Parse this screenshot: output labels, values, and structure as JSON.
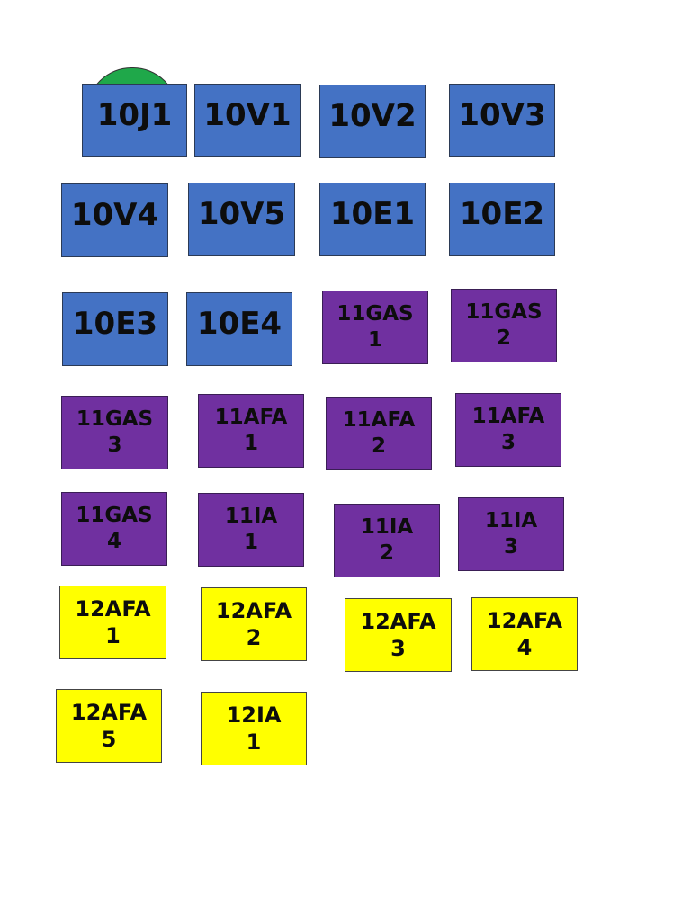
{
  "classes": [
    {
      "name": "class-10j1",
      "label": "10J1",
      "color": "blue"
    },
    {
      "name": "class-10v1",
      "label": "10V1",
      "color": "blue"
    },
    {
      "name": "class-10v2",
      "label": "10V2",
      "color": "blue"
    },
    {
      "name": "class-10v3",
      "label": "10V3",
      "color": "blue"
    },
    {
      "name": "class-10v4",
      "label": "10V4",
      "color": "blue"
    },
    {
      "name": "class-10v5",
      "label": "10V5",
      "color": "blue"
    },
    {
      "name": "class-10e1",
      "label": "10E1",
      "color": "blue"
    },
    {
      "name": "class-10e2",
      "label": "10E2",
      "color": "blue"
    },
    {
      "name": "class-10e3",
      "label": "10E3",
      "color": "blue"
    },
    {
      "name": "class-10e4",
      "label": "10E4",
      "color": "blue"
    },
    {
      "name": "class-11gas-1",
      "label": "11GAS\n1",
      "color": "purple"
    },
    {
      "name": "class-11gas-2",
      "label": "11GAS\n2",
      "color": "purple"
    },
    {
      "name": "class-11gas-3",
      "label": "11GAS\n3",
      "color": "purple"
    },
    {
      "name": "class-11afa-1",
      "label": "11AFA\n1",
      "color": "purple"
    },
    {
      "name": "class-11afa-2",
      "label": "11AFA\n2",
      "color": "purple"
    },
    {
      "name": "class-11afa-3",
      "label": "11AFA\n3",
      "color": "purple"
    },
    {
      "name": "class-11gas-4",
      "label": "11GAS\n4",
      "color": "purple"
    },
    {
      "name": "class-11ia-1",
      "label": "11IA\n1",
      "color": "purple"
    },
    {
      "name": "class-11ia-2",
      "label": "11IA\n2",
      "color": "purple"
    },
    {
      "name": "class-11ia-3",
      "label": "11IA\n3",
      "color": "purple"
    },
    {
      "name": "class-12afa-1",
      "label": "12AFA\n1",
      "color": "yellow"
    },
    {
      "name": "class-12afa-2",
      "label": "12AFA\n2",
      "color": "yellow"
    },
    {
      "name": "class-12afa-3",
      "label": "12AFA\n3",
      "color": "yellow"
    },
    {
      "name": "class-12afa-4",
      "label": "12AFA\n4",
      "color": "yellow"
    },
    {
      "name": "class-12afa-5",
      "label": "12AFA\n5",
      "color": "yellow"
    },
    {
      "name": "class-12ia-1",
      "label": "12IA\n1",
      "color": "yellow"
    }
  ],
  "colors": {
    "blue": "#4472c4",
    "purple": "#7030a0",
    "yellow": "#ffff00",
    "green": "#1fa84a"
  }
}
